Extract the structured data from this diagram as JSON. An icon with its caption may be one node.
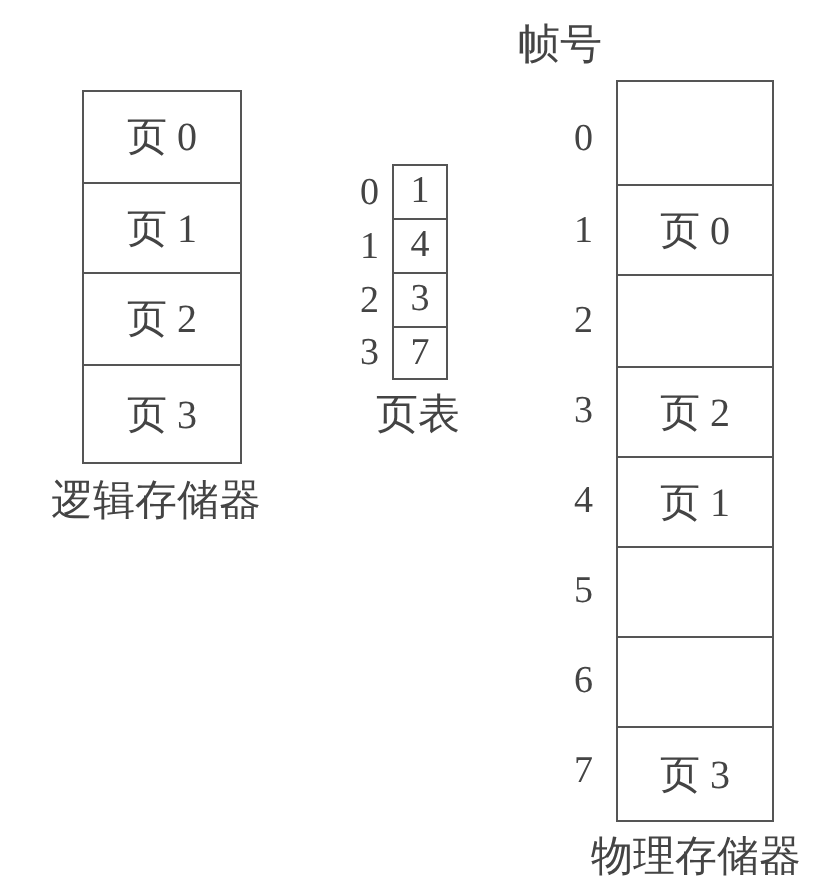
{
  "diagram": {
    "nodes": [
      {
        "text": [
          "页 0"
        ]
      },
      {
        "text": [
          "页 1"
        ]
      },
      {
        "text": [
          "页 2"
        ]
      },
      {
        "text": [
          "页 3"
        ]
      },
      {
        "text": [
          "1"
        ]
      },
      {
        "text": [
          "4"
        ]
      },
      {
        "text": [
          "3"
        ]
      },
      {
        "text": [
          "7"
        ]
      },
      {
        "text": [],
        "shape": "box"
      },
      {
        "text": [
          "页 0"
        ]
      },
      {
        "text": [],
        "shape": "box"
      },
      {
        "text": [
          "页 2"
        ]
      },
      {
        "text": [
          "页 1"
        ]
      },
      {
        "text": [],
        "shape": "box"
      },
      {
        "text": [],
        "shape": "box"
      },
      {
        "text": [
          "页 3"
        ]
      }
    ],
    "labels": [
      "帧号",
      "0",
      "1",
      "2",
      "3",
      "页表",
      "逻辑存储器",
      "0",
      "1",
      "2",
      "3",
      "4",
      "5",
      "6",
      "7",
      "物理存储器"
    ]
  }
}
